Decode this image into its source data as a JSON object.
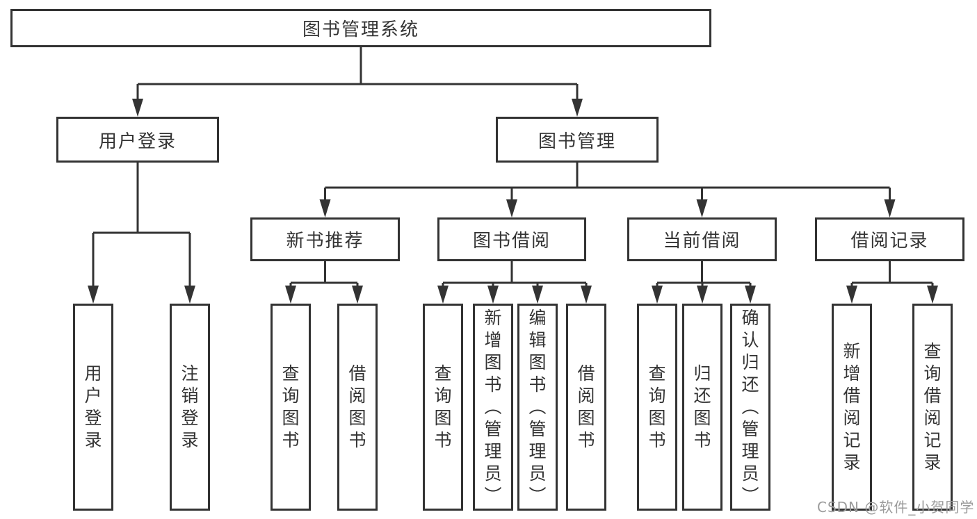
{
  "tree": {
    "label": "图书管理系统",
    "children": [
      {
        "label": "用户登录",
        "children": [
          {
            "label": "用户登录"
          },
          {
            "label": "注销登录"
          }
        ]
      },
      {
        "label": "图书管理",
        "children": [
          {
            "label": "新书推荐",
            "children": [
              {
                "label": "查询图书"
              },
              {
                "label": "借阅图书"
              }
            ]
          },
          {
            "label": "图书借阅",
            "children": [
              {
                "label": "查询图书"
              },
              {
                "label": "新增图书（管理员）"
              },
              {
                "label": "编辑图书（管理员）"
              },
              {
                "label": "借阅图书"
              }
            ]
          },
          {
            "label": "当前借阅",
            "children": [
              {
                "label": "查询图书"
              },
              {
                "label": "归还图书"
              },
              {
                "label": "确认归还（管理员）"
              }
            ]
          },
          {
            "label": "借阅记录",
            "children": [
              {
                "label": "新增借阅记录"
              },
              {
                "label": "查询借阅记录"
              }
            ]
          }
        ]
      }
    ]
  },
  "watermark": "CSDN @软件_小贺同学",
  "colors": {
    "line": "#333333",
    "text": "#333333",
    "watermark": "#9b9b9b",
    "background": "#ffffff"
  }
}
